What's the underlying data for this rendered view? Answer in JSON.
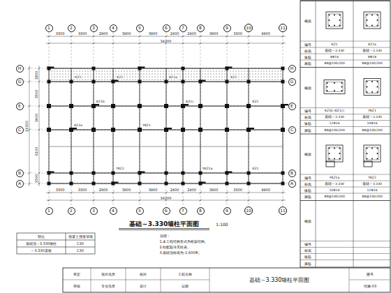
{
  "diagram": {
    "title": "基础～3.330墙柱平面图",
    "caption": "基础～3.330墙柱平面图",
    "nodes": [
      {
        "text": [
          "1"
        ]
      },
      {
        "text": [
          "2"
        ]
      },
      {
        "text": [
          "3"
        ]
      },
      {
        "text": [
          "4"
        ]
      },
      {
        "text": [
          "5"
        ]
      },
      {
        "text": [
          "6"
        ]
      },
      {
        "text": [
          "7"
        ]
      },
      {
        "text": [
          "8"
        ]
      },
      {
        "text": [
          "9"
        ]
      },
      {
        "text": [
          "10"
        ]
      },
      {
        "text": [
          "11"
        ]
      },
      {
        "text": [
          "H"
        ]
      },
      {
        "text": [
          "H"
        ]
      },
      {
        "text": [
          "G"
        ]
      },
      {
        "text": [
          "G"
        ]
      },
      {
        "text": [
          "E"
        ]
      },
      {
        "text": [
          "E"
        ]
      },
      {
        "text": [
          "C"
        ]
      },
      {
        "text": [
          "C"
        ]
      },
      {
        "text": [
          "B"
        ]
      },
      {
        "text": [
          "B"
        ]
      },
      {
        "text": [
          "A"
        ]
      },
      {
        "text": [
          "A"
        ]
      },
      {
        "text": [
          "1"
        ]
      },
      {
        "text": [
          "2"
        ]
      },
      {
        "text": [
          "3"
        ]
      },
      {
        "text": [
          "4"
        ]
      },
      {
        "text": [
          "5"
        ]
      },
      {
        "text": [
          "6"
        ]
      },
      {
        "text": [
          "7"
        ]
      },
      {
        "text": [
          "8"
        ]
      },
      {
        "text": [
          "9"
        ]
      },
      {
        "text": [
          "10"
        ]
      },
      {
        "text": [
          "11"
        ]
      }
    ],
    "labels": [
      "3300",
      "3300",
      "2900",
      "3900",
      "3900",
      "2400",
      "2400",
      "3900",
      "3300",
      "4900",
      "34200",
      "3300",
      "3300",
      "2900",
      "3900",
      "3900",
      "2400",
      "2400",
      "3900",
      "3300",
      "4900",
      "34200",
      "1800",
      "3500",
      "3400",
      "6100",
      "1500",
      "16300",
      "KZ1",
      "KZ1",
      "KZ1a",
      "KZ1",
      "KZ1b",
      "KZ1c",
      "KZ1",
      "KZ1a",
      "YKZ1",
      "YKZ1a",
      "YKZ2",
      "KZ1",
      "1:100",
      "部位",
      "混凝土强度等级",
      "基础顶～3.330墙柱",
      "C30",
      "～3.330梁板",
      "C30",
      "说明：",
      "1.本工程结构形式为框架结构。",
      "2.柱配筋详见柱表。",
      "3.基础顶标高为-1.600米。",
      "截面",
      "编号",
      "KZ1",
      "KZ1a",
      "标高",
      "基础～3.330",
      "基础～3.330",
      "纵筋",
      "8Φ16",
      "8Φ18",
      "箍筋",
      "Φ8@100/200",
      "Φ8@100/200",
      "截面",
      "编号",
      "KZ1b (KZ1c)",
      "YKZ1",
      "标高",
      "基础～3.330",
      "基础～3.330",
      "纵筋",
      "12Φ16",
      "10Φ16",
      "箍筋",
      "Φ8@100/200",
      "Φ8@100/200",
      "截面",
      "编号",
      "YKZ1a",
      "YKZ2",
      "标高",
      "基础～3.330",
      "基础～3.330",
      "纵筋",
      "10Φ16",
      "12Φ16",
      "箍筋",
      "Φ8@100/200",
      "Φ8@100/200",
      "截面",
      "编号",
      "标高",
      "纵筋",
      "箍筋",
      "审定",
      "审核",
      "项目负责",
      "专业负责",
      "校对",
      "设计",
      "工程名称",
      "日期",
      "图号",
      "结施-03"
    ]
  }
}
